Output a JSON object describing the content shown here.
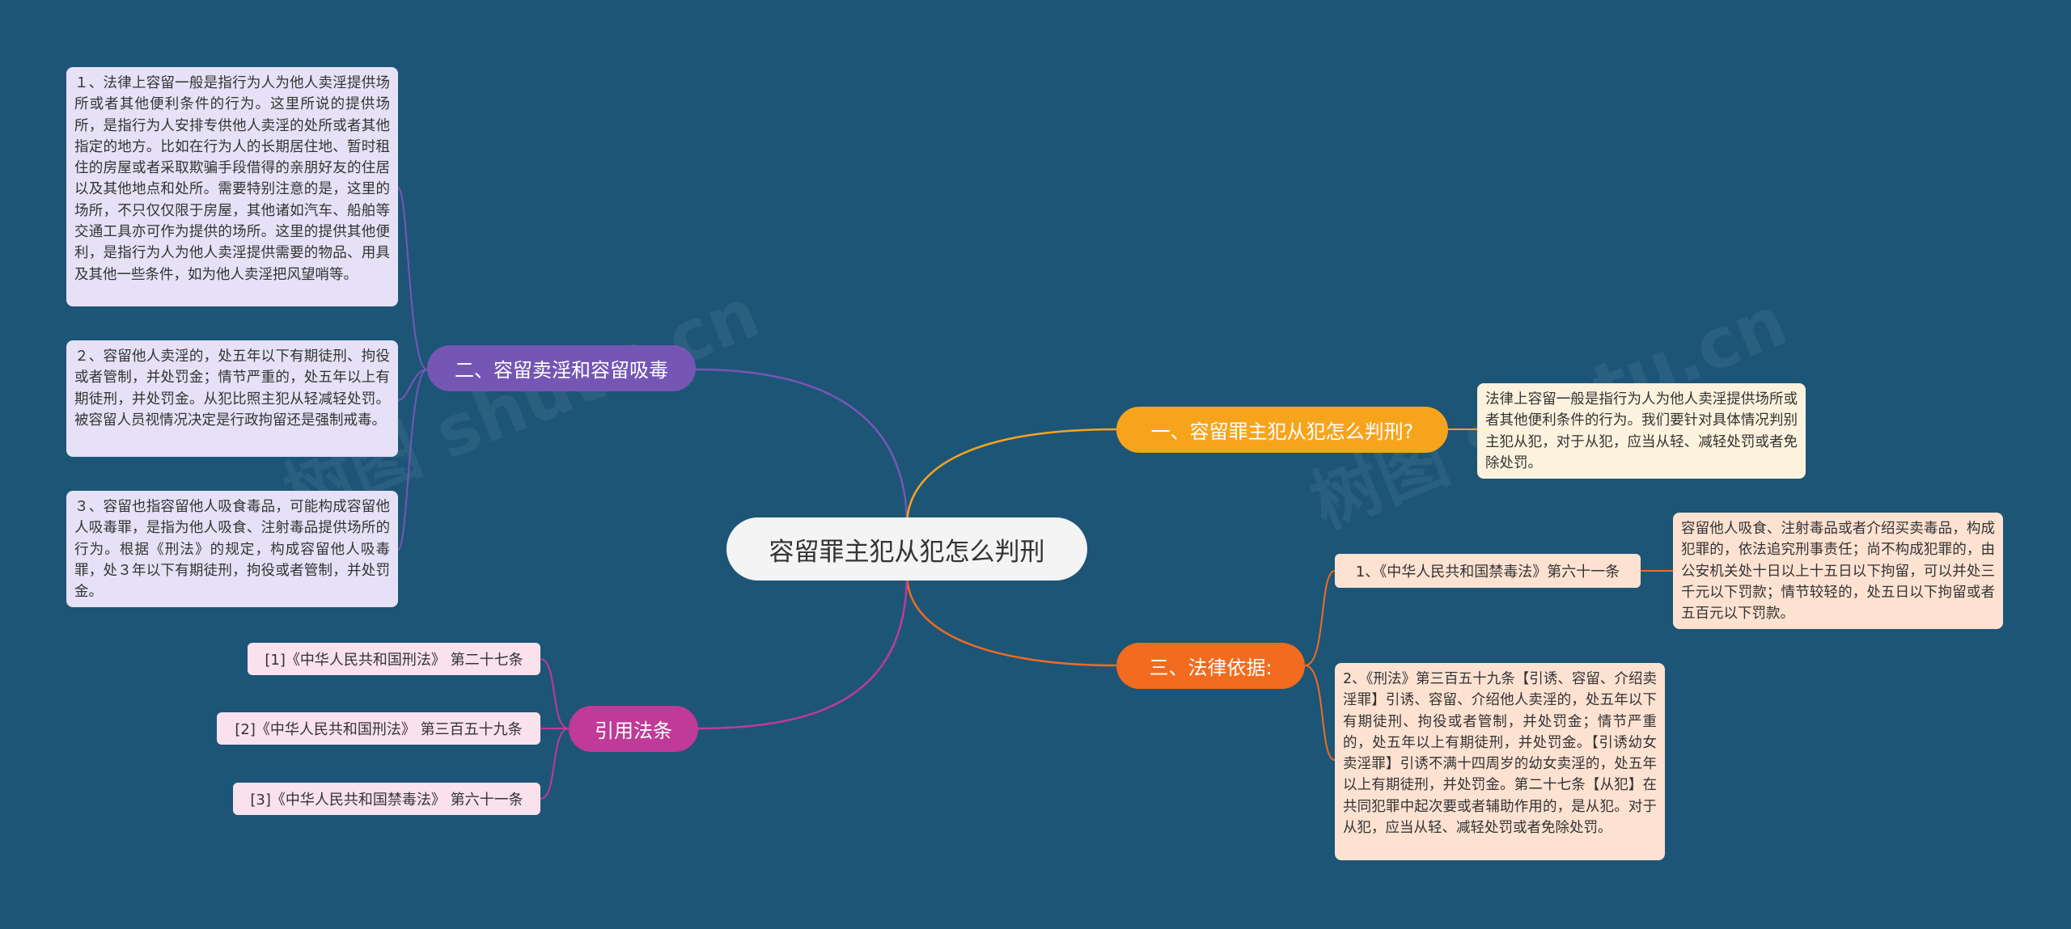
{
  "root": {
    "label": "容留罪主犯从犯怎么判刑"
  },
  "branches": {
    "b1": {
      "label": "一、容留罪主犯从犯怎么判刑?",
      "content": "法律上容留一般是指行为人为他人卖淫提供场所或者其他便利条件的行为。我们要针对具体情况判别主犯从犯，对于从犯，应当从轻、减轻处罚或者免除处罚。"
    },
    "b2": {
      "label": "二、容留卖淫和容留吸毒",
      "items": [
        "１、法律上容留一般是指行为人为他人卖淫提供场所或者其他便利条件的行为。这里所说的提供场所，是指行为人安排专供他人卖淫的处所或者其他指定的地方。比如在行为人的长期居住地、暂时租住的房屋或者采取欺骗手段借得的亲朋好友的住居以及其他地点和处所。需要特别注意的是，这里的场所，不只仅仅限于房屋，其他诸如汽车、船舶等交通工具亦可作为提供的场所。这里的提供其他便利，是指行为人为他人卖淫提供需要的物品、用具及其他一些条件，如为他人卖淫把风望哨等。",
        "２、容留他人卖淫的，处五年以下有期徒刑、拘役或者管制，并处罚金；情节严重的，处五年以上有期徒刑，并处罚金。从犯比照主犯从轻减轻处罚。被容留人员视情况决定是行政拘留还是强制戒毒。",
        "３、容留也指容留他人吸食毒品，可能构成容留他人吸毒罪，是指为他人吸食、注射毒品提供场所的行为。根据《刑法》的规定，构成容留他人吸毒罪，处３年以下有期徒刑，拘役或者管制，并处罚金。"
      ]
    },
    "b3": {
      "label": "三、法律依据:",
      "items": [
        {
          "label": "1、《中华人民共和国禁毒法》第六十一条",
          "content": "容留他人吸食、注射毒品或者介绍买卖毒品，构成犯罪的，依法追究刑事责任；尚不构成犯罪的，由公安机关处十日以上十五日以下拘留，可以并处三千元以下罚款；情节较轻的，处五日以下拘留或者五百元以下罚款。"
        },
        {
          "content": "2、《刑法》第三百五十九条【引诱、容留、介绍卖淫罪】引诱、容留、介绍他人卖淫的，处五年以下有期徒刑、拘役或者管制，并处罚金；情节严重的，处五年以上有期徒刑，并处罚金。【引诱幼女卖淫罪】引诱不满十四周岁的幼女卖淫的，处五年以上有期徒刑，并处罚金。第二十七条【从犯】在共同犯罪中起次要或者辅助作用的，是从犯。对于从犯，应当从轻、减轻处罚或者免除处罚。"
        }
      ]
    },
    "b4": {
      "label": "引用法条",
      "items": [
        "[1]《中华人民共和国刑法》 第二十七条",
        "[2]《中华人民共和国刑法》 第三百五十九条",
        "[3]《中华人民共和国禁毒法》 第六十一条"
      ]
    }
  },
  "colors": {
    "background": "#1d5577",
    "purple": "#7656b5",
    "yellow": "#f7a41d",
    "orange": "#f26b1f",
    "pink": "#c03a97"
  }
}
